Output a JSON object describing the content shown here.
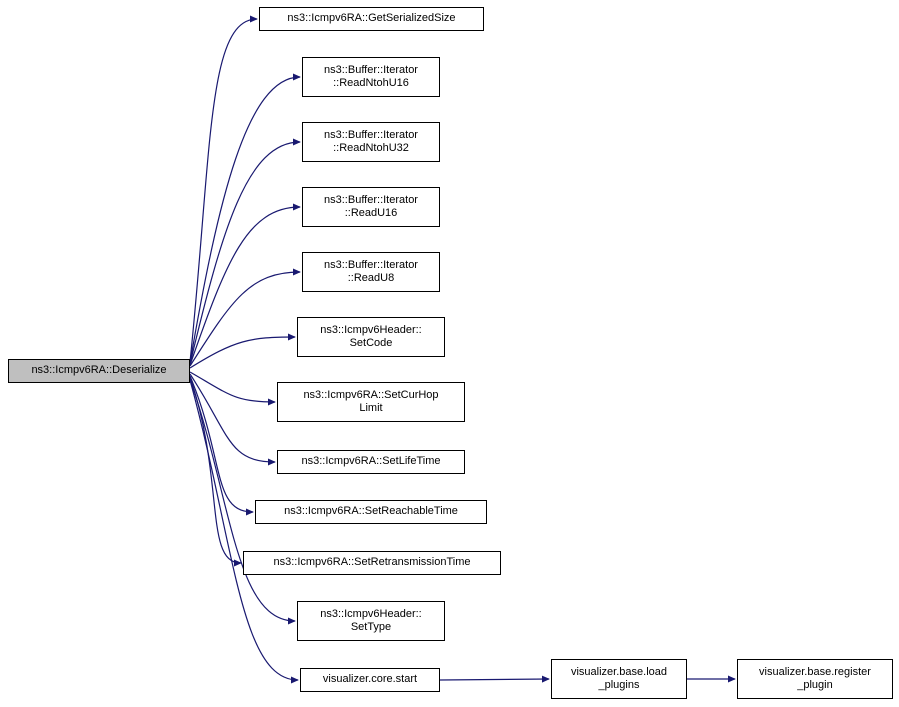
{
  "colors": {
    "edge": "#191970",
    "main_node_fill": "#bfbfbf",
    "node_fill": "#ffffff",
    "node_border": "#000000",
    "background": "#ffffff"
  },
  "nodes": {
    "main": {
      "lines": [
        "ns3::Icmpv6RA::Deserialize"
      ]
    },
    "get_serialized_size": {
      "lines": [
        "ns3::Icmpv6RA::GetSerializedSize"
      ]
    },
    "read_ntoh_u16": {
      "lines": [
        "ns3::Buffer::Iterator",
        "::ReadNtohU16"
      ]
    },
    "read_ntoh_u32": {
      "lines": [
        "ns3::Buffer::Iterator",
        "::ReadNtohU32"
      ]
    },
    "read_u16": {
      "lines": [
        "ns3::Buffer::Iterator",
        "::ReadU16"
      ]
    },
    "read_u8": {
      "lines": [
        "ns3::Buffer::Iterator",
        "::ReadU8"
      ]
    },
    "set_code": {
      "lines": [
        "ns3::Icmpv6Header::",
        "SetCode"
      ]
    },
    "set_cur_hop_limit": {
      "lines": [
        "ns3::Icmpv6RA::SetCurHop",
        "Limit"
      ]
    },
    "set_life_time": {
      "lines": [
        "ns3::Icmpv6RA::SetLifeTime"
      ]
    },
    "set_reachable_time": {
      "lines": [
        "ns3::Icmpv6RA::SetReachableTime"
      ]
    },
    "set_retransmission_time": {
      "lines": [
        "ns3::Icmpv6RA::SetRetransmissionTime"
      ]
    },
    "set_type": {
      "lines": [
        "ns3::Icmpv6Header::",
        "SetType"
      ]
    },
    "visualizer_core_start": {
      "lines": [
        "visualizer.core.start"
      ]
    },
    "load_plugins": {
      "lines": [
        "visualizer.base.load",
        "_plugins"
      ]
    },
    "register_plugin": {
      "lines": [
        "visualizer.base.register",
        "_plugin"
      ]
    }
  },
  "edges": [
    [
      "main",
      "get_serialized_size"
    ],
    [
      "main",
      "read_ntoh_u16"
    ],
    [
      "main",
      "read_ntoh_u32"
    ],
    [
      "main",
      "read_u16"
    ],
    [
      "main",
      "read_u8"
    ],
    [
      "main",
      "set_code"
    ],
    [
      "main",
      "set_cur_hop_limit"
    ],
    [
      "main",
      "set_life_time"
    ],
    [
      "main",
      "set_reachable_time"
    ],
    [
      "main",
      "set_retransmission_time"
    ],
    [
      "main",
      "set_type"
    ],
    [
      "main",
      "visualizer_core_start"
    ],
    [
      "visualizer_core_start",
      "load_plugins"
    ],
    [
      "load_plugins",
      "register_plugin"
    ]
  ]
}
